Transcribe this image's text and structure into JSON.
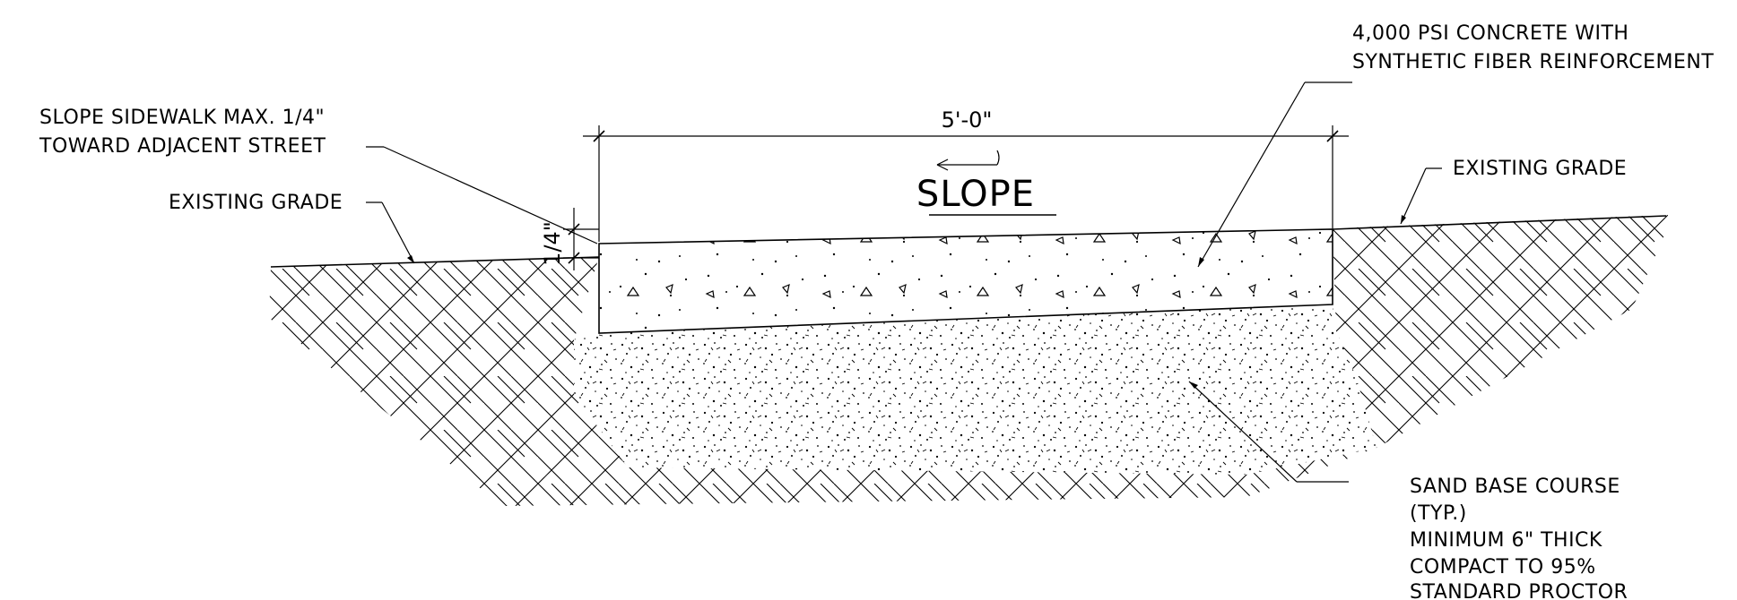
{
  "notes": {
    "concrete_line1": "4,000 PSI CONCRETE WITH",
    "concrete_line2": "SYNTHETIC FIBER REINFORCEMENT",
    "slope_line1": "SLOPE SIDEWALK MAX. 1/4\"",
    "slope_line2": "TOWARD ADJACENT STREET",
    "grade_left": "EXISTING GRADE",
    "grade_right": "EXISTING GRADE",
    "sand_line1": "SAND BASE COURSE",
    "sand_line2": "(TYP.)",
    "sand_line3": "MINIMUM 6\" THICK",
    "sand_line4": "COMPACT TO 95%",
    "sand_line5": "STANDARD PROCTOR"
  },
  "width_dimension": "5'-0\"",
  "slope_label": "SLOPE",
  "slope_dimension": "1/4\""
}
